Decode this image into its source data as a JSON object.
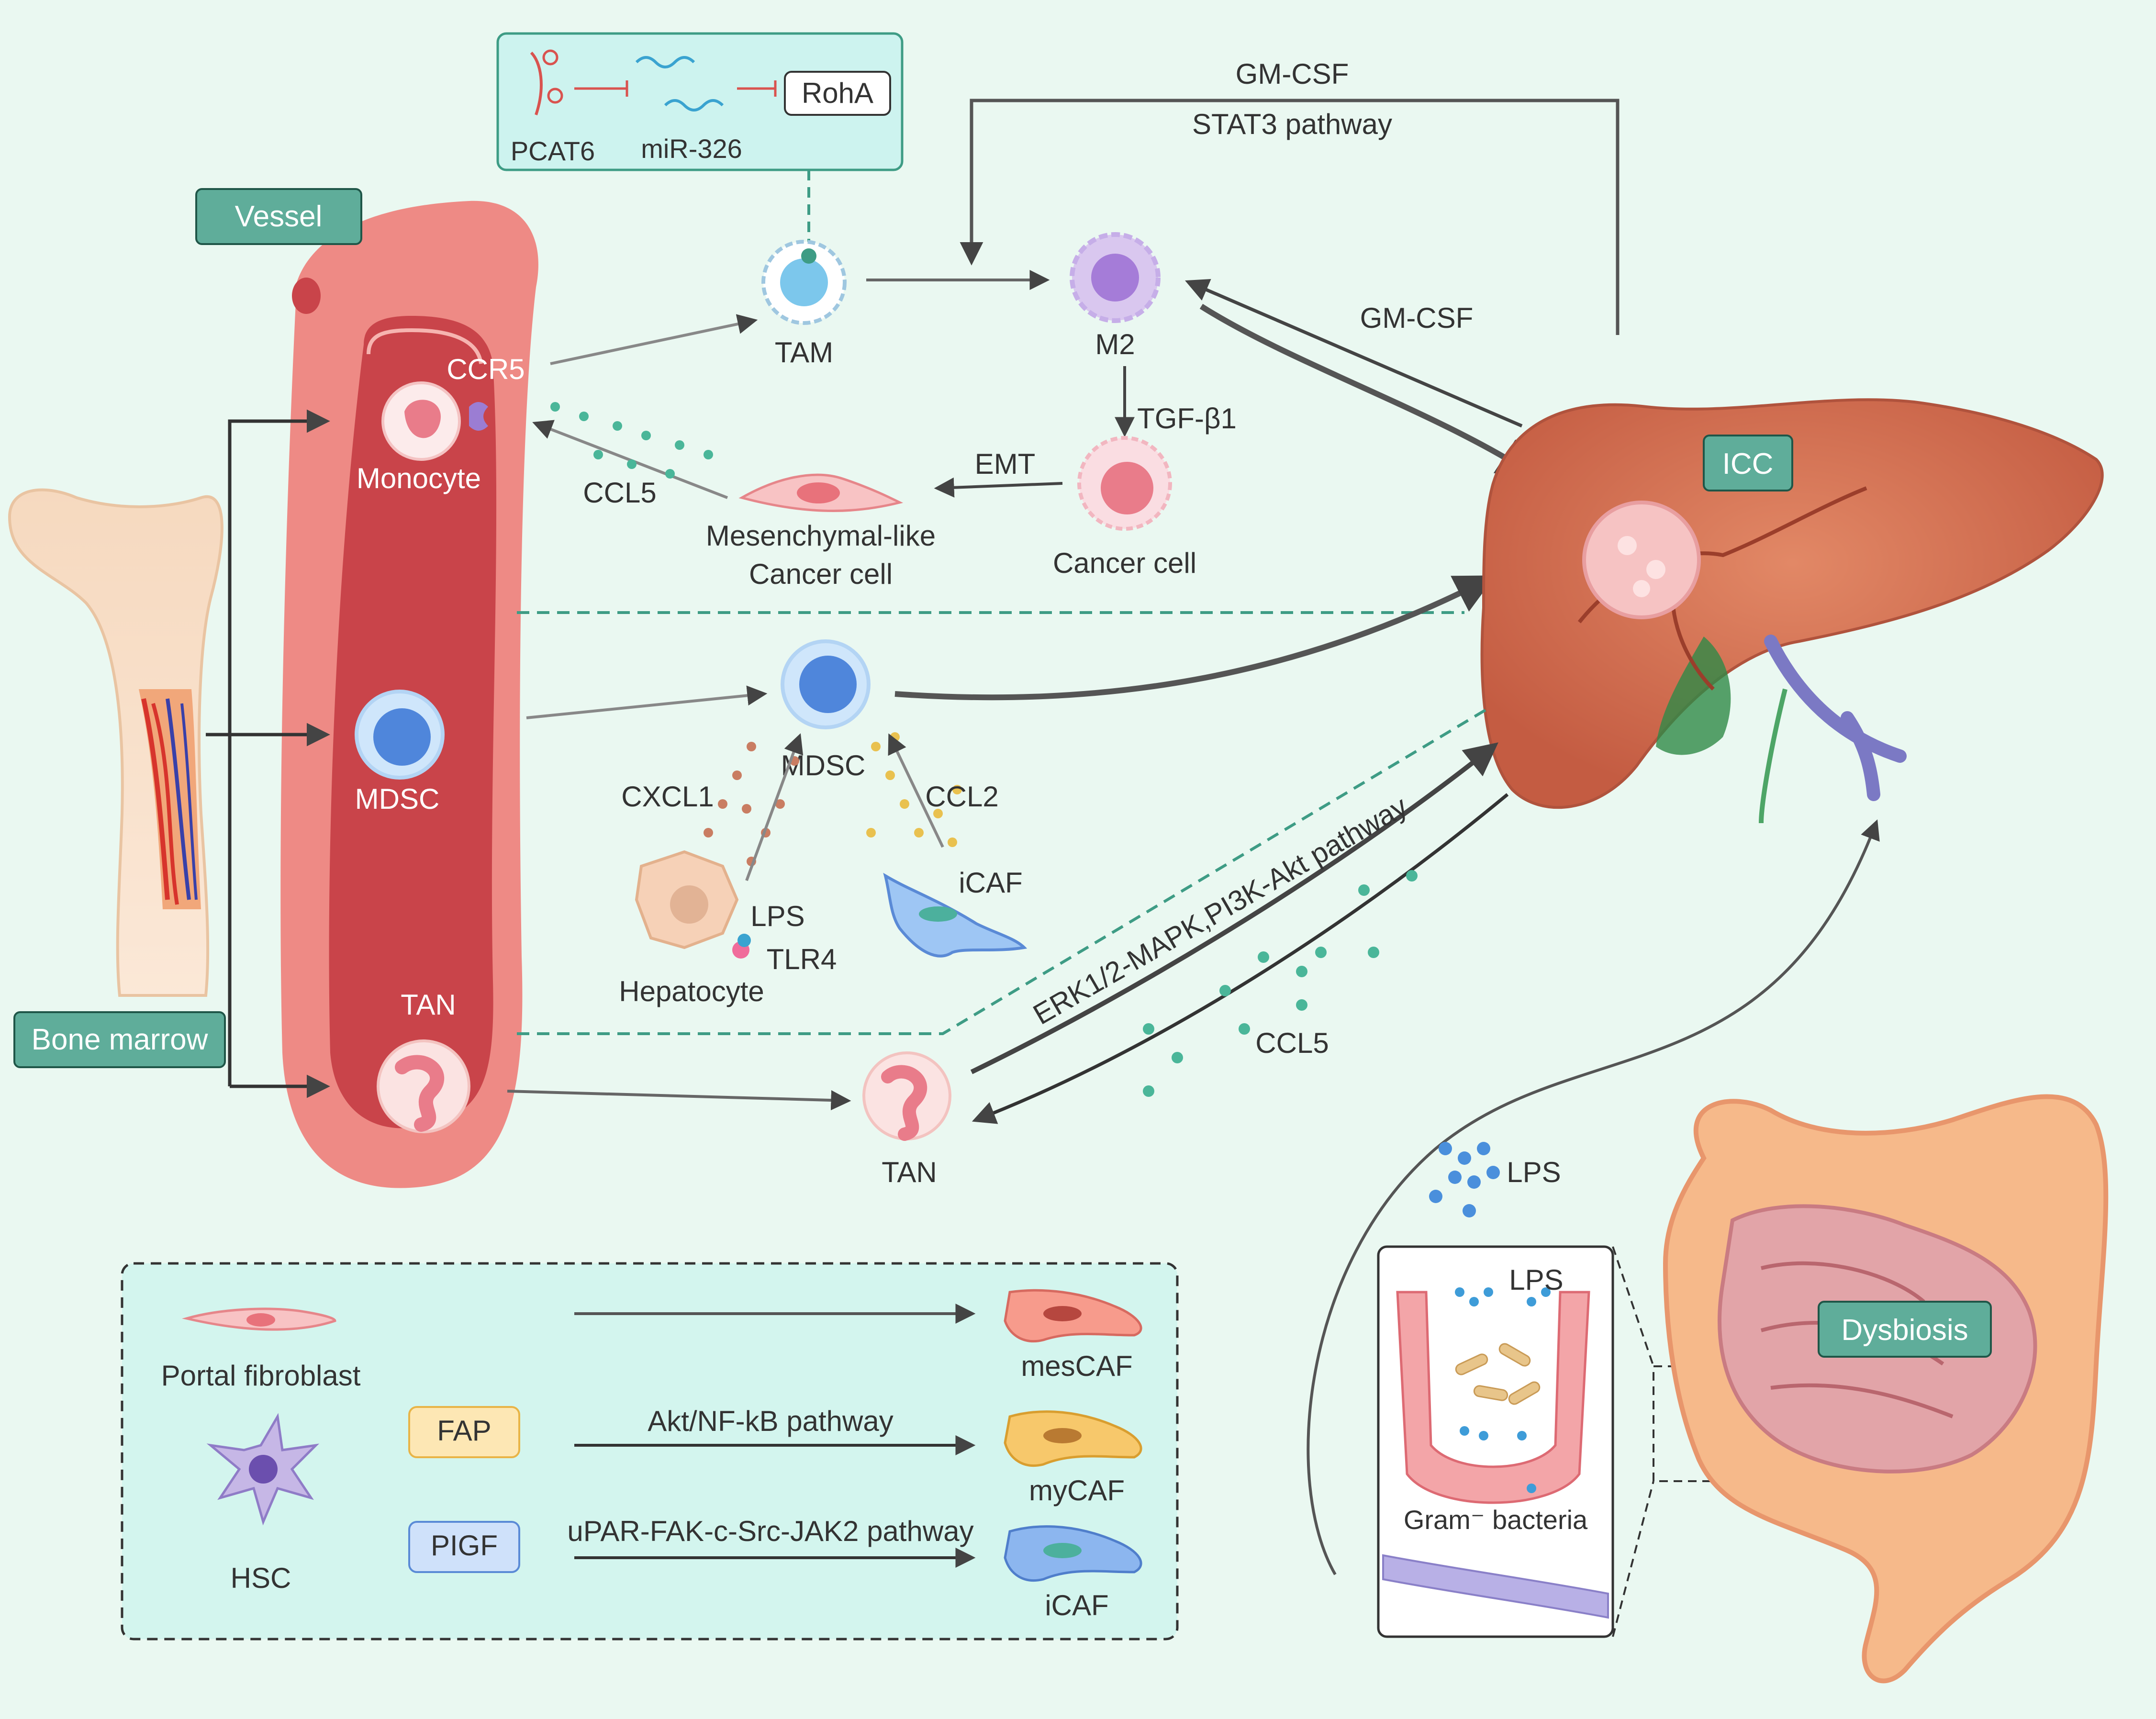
{
  "tags": {
    "vessel": "Vessel",
    "bone_marrow": "Bone marrow",
    "icc": "ICC",
    "dysbiosis": "Dysbiosis"
  },
  "mirna_box": {
    "pcat6": "PCAT6",
    "mir326": "miR-326",
    "roha": "RohA"
  },
  "cells": {
    "tam": "TAM",
    "m2": "M2",
    "monocyte": "Monocyte",
    "ccr5": "CCR5",
    "mdsc_vessel": "MDSC",
    "tan_vessel": "TAN",
    "mdsc": "MDSC",
    "tan": "TAN",
    "cancer_cell": "Cancer cell",
    "mesenchymal_line1": "Mesenchymal-like",
    "mesenchymal_line2": "Cancer cell",
    "hepatocyte": "Hepatocyte",
    "icaf_mid": "iCAF"
  },
  "signals": {
    "gm_csf_top": "GM-CSF",
    "stat3": "STAT3 pathway",
    "gm_csf_mid": "GM-CSF",
    "tgf_b1": "TGF-β1",
    "emt": "EMT",
    "ccl5_left": "CCL5",
    "cxcl1": "CXCL1",
    "ccl2": "CCL2",
    "lps_hep": "LPS",
    "tlr4": "TLR4",
    "erk_pathway": "ERK1/2-MAPK,PI3K-Akt pathway",
    "ccl5_right": "CCL5",
    "lps_gut": "LPS",
    "lps_villus": "LPS",
    "gram_bacteria": "Gram⁻ bacteria"
  },
  "legend": {
    "portal_fibroblast": "Portal fibroblast",
    "hsc": "HSC",
    "fap": "FAP",
    "pigf": "PIGF",
    "akt_pathway": "Akt/NF-kB pathway",
    "upar_pathway": "uPAR-FAK-c-Src-JAK2 pathway",
    "mescaf": "mesCAF",
    "mycaf": "myCAF",
    "icaf": "iCAF"
  },
  "colors": {
    "background": "#eaf8f1",
    "tag_fill": "#5fad9a",
    "vessel": "#e2726f",
    "liver": "#d97254",
    "dashed_teal": "#3e9c85",
    "arrow": "#444444"
  }
}
